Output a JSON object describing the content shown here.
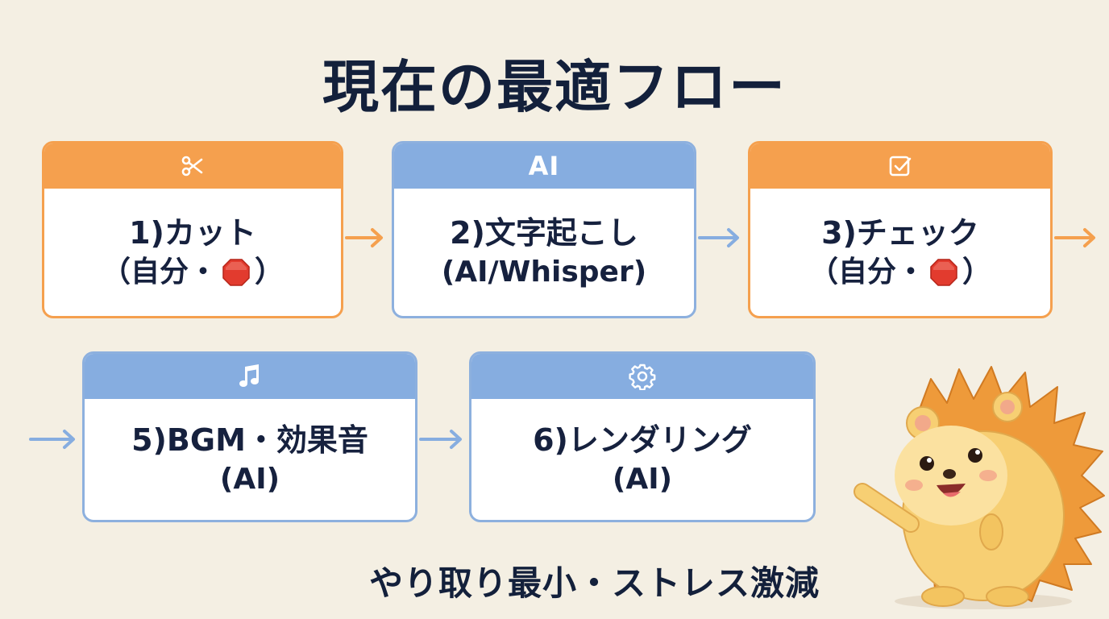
{
  "title": "現在の最適フロー",
  "steps": [
    {
      "header_icon": "scissors-icon",
      "line1": "1)カット",
      "line2_open": "（自分・",
      "line2_close": "）",
      "stop_icon": "stop-sign-icon",
      "color": "#f5a04e"
    },
    {
      "header_text": "AI",
      "line1": "2)文字起こし",
      "line2": "(AI/Whisper)",
      "color": "#86ade0"
    },
    {
      "header_icon": "checkbox-icon",
      "line1": "3)チェック",
      "line2_open": "（自分・",
      "line2_close": "）",
      "stop_icon": "stop-sign-icon",
      "color": "#f5a04e"
    },
    {
      "header_icon": "music-note-icon",
      "line1": "5)BGM・効果音",
      "line2": "(AI)",
      "color": "#86ade0"
    },
    {
      "header_icon": "gear-icon",
      "line1": "6)レンダリング",
      "line2": "(AI)",
      "color": "#86ade0"
    }
  ],
  "footer": "やり取り最小・ストレス激減",
  "mascot": "hedgehog-mascot"
}
